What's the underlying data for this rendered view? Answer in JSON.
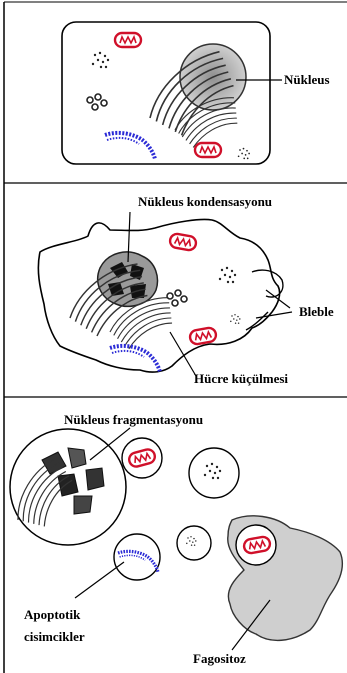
{
  "panels": [
    {
      "id": "normal",
      "labels": {
        "nucleus": "Nükleus"
      }
    },
    {
      "id": "shrinking",
      "labels": {
        "condensation": "Nükleus kondensasyonu",
        "blebs": "Bleble",
        "shrinkage": "Hücre küçülmesi"
      }
    },
    {
      "id": "fragmentation",
      "labels": {
        "fragmentation": "Nükleus fragmentasyonu",
        "bodies_line1": "Apoptotik",
        "bodies_line2": "cisimcikler",
        "phagocytosis": "Fagositoz"
      }
    }
  ],
  "colors": {
    "mitochondria": "#d0102a",
    "er_blue": "#2b2bd6",
    "cell_fill": "#ffffff",
    "nucleus_fill": "#b8b8b8",
    "phagocyte_fill": "#cfcfcf",
    "border": "#000000"
  }
}
